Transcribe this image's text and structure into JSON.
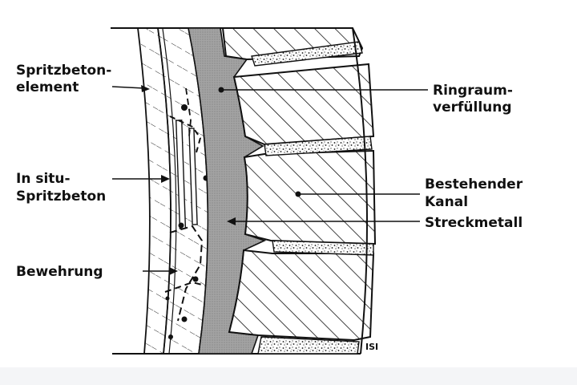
{
  "labels": {
    "spritzbeton_element": [
      "Spritzbeton-",
      "element"
    ],
    "in_situ": [
      "In situ-",
      "Spritzbeton"
    ],
    "bewehrung": "Bewehrung",
    "ringraum": [
      "Ringraum-",
      "verfüllung"
    ],
    "kanal": [
      "Bestehender",
      "Kanal"
    ],
    "streckmetall": "Streckmetall",
    "logo": "ISI"
  },
  "colors": {
    "ink": "#111111",
    "grout": "#9e9e9e",
    "background": "#ffffff",
    "bottom_strip": "#f4f5f7"
  }
}
